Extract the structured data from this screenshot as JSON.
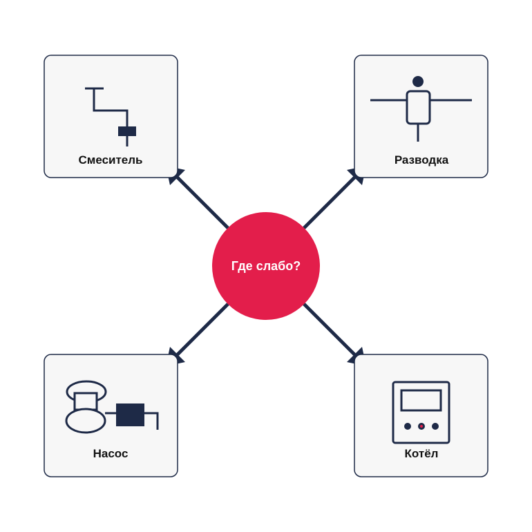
{
  "center": {
    "label": "Где слабо?",
    "color": "#E31E4B"
  },
  "nodes": [
    {
      "id": "mixer",
      "label": "Смеситель",
      "icon": "mixer-icon"
    },
    {
      "id": "piping",
      "label": "Разводка",
      "icon": "piping-icon"
    },
    {
      "id": "pump",
      "label": "Насос",
      "icon": "pump-icon"
    },
    {
      "id": "boiler",
      "label": "Котёл",
      "icon": "boiler-icon"
    }
  ],
  "colors": {
    "stroke": "#1E2A47",
    "box_fill": "#F7F7F7",
    "accent": "#E31E4B"
  }
}
